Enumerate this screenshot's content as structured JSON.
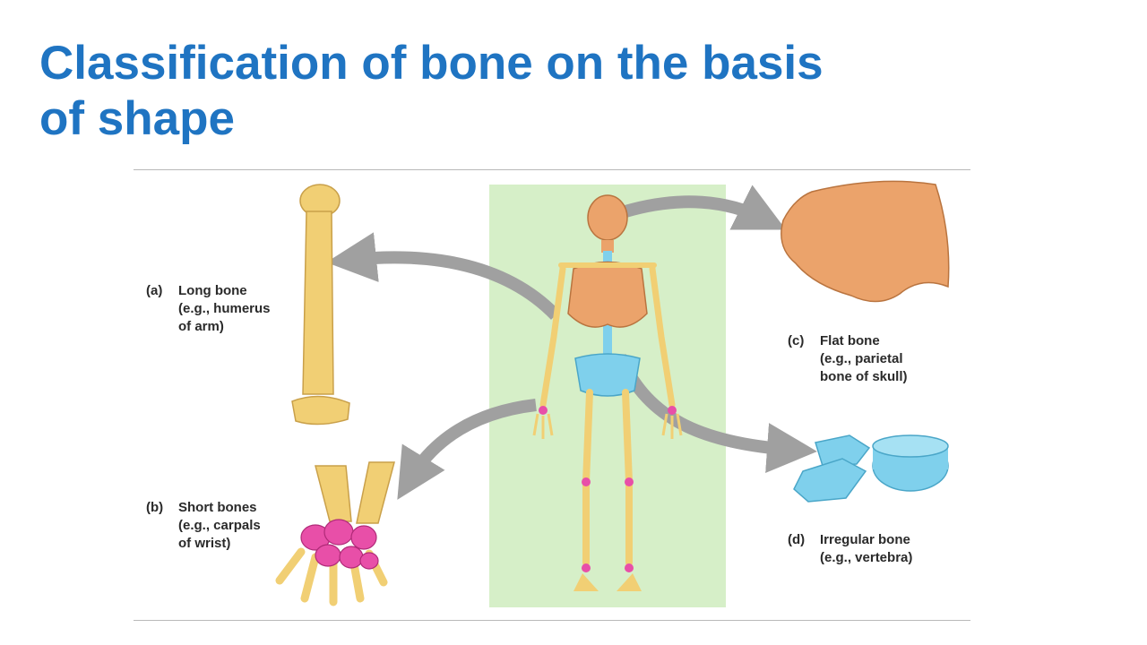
{
  "slide": {
    "title_line1": "Classification of bone on the basis",
    "title_line2": "of shape"
  },
  "figure": {
    "labels": {
      "long": {
        "letter": "(a)",
        "name": "Long bone",
        "line2": "(e.g., humerus",
        "line3": "of arm)"
      },
      "short": {
        "letter": "(b)",
        "name": "Short bones",
        "line2": "(e.g., carpals",
        "line3": "of wrist)"
      },
      "flat": {
        "letter": "(c)",
        "name": "Flat bone",
        "line2": "(e.g., parietal",
        "line3": "bone of skull)"
      },
      "irregular": {
        "letter": "(d)",
        "name": "Irregular bone",
        "line2": "(e.g., vertebra)"
      }
    },
    "colors": {
      "title": "#1f74c2",
      "panel": "#d6efc8",
      "bone_yellow": "#f1cf74",
      "skull_orange": "#eba36b",
      "spine_blue": "#7fd0ec",
      "carpal_pink": "#e84fa8",
      "arrow_gray": "#a0a0a0"
    }
  }
}
